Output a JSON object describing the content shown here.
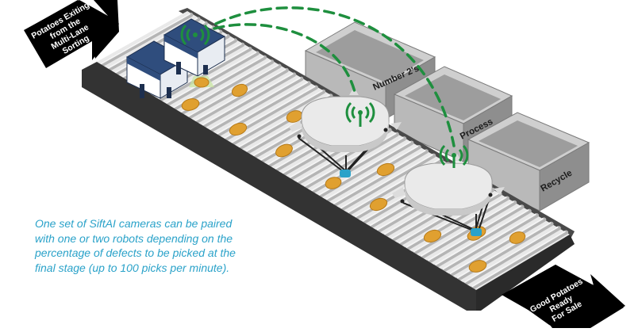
{
  "arrows": {
    "entry_lines": [
      "Potatoes Exiting",
      "from the",
      "Multi-Lane",
      "Sorting"
    ],
    "exit_lines": [
      "Good Potatoes",
      "Ready",
      "For Sale"
    ]
  },
  "bins": {
    "number2": "Number 2's",
    "process": "Process",
    "recycle": "Recycle"
  },
  "caption_lines": [
    "One set of SiftAI cameras can be paired",
    "with one or two robots depending on the",
    "percentage of defects to be picked at the",
    "final stage (up to 100 picks per minute)."
  ],
  "colors": {
    "caption": "#2aa2c9",
    "signal": "#1e8f3e",
    "conveyor_frame": "#333333",
    "roller": "#d9d9d9",
    "camera_box": "#2f4d7d",
    "potato": "#e0a030"
  },
  "icons": {
    "wifi": "wifi-signal-icon",
    "camera": "camera-unit-icon",
    "robot": "delta-robot-icon"
  }
}
